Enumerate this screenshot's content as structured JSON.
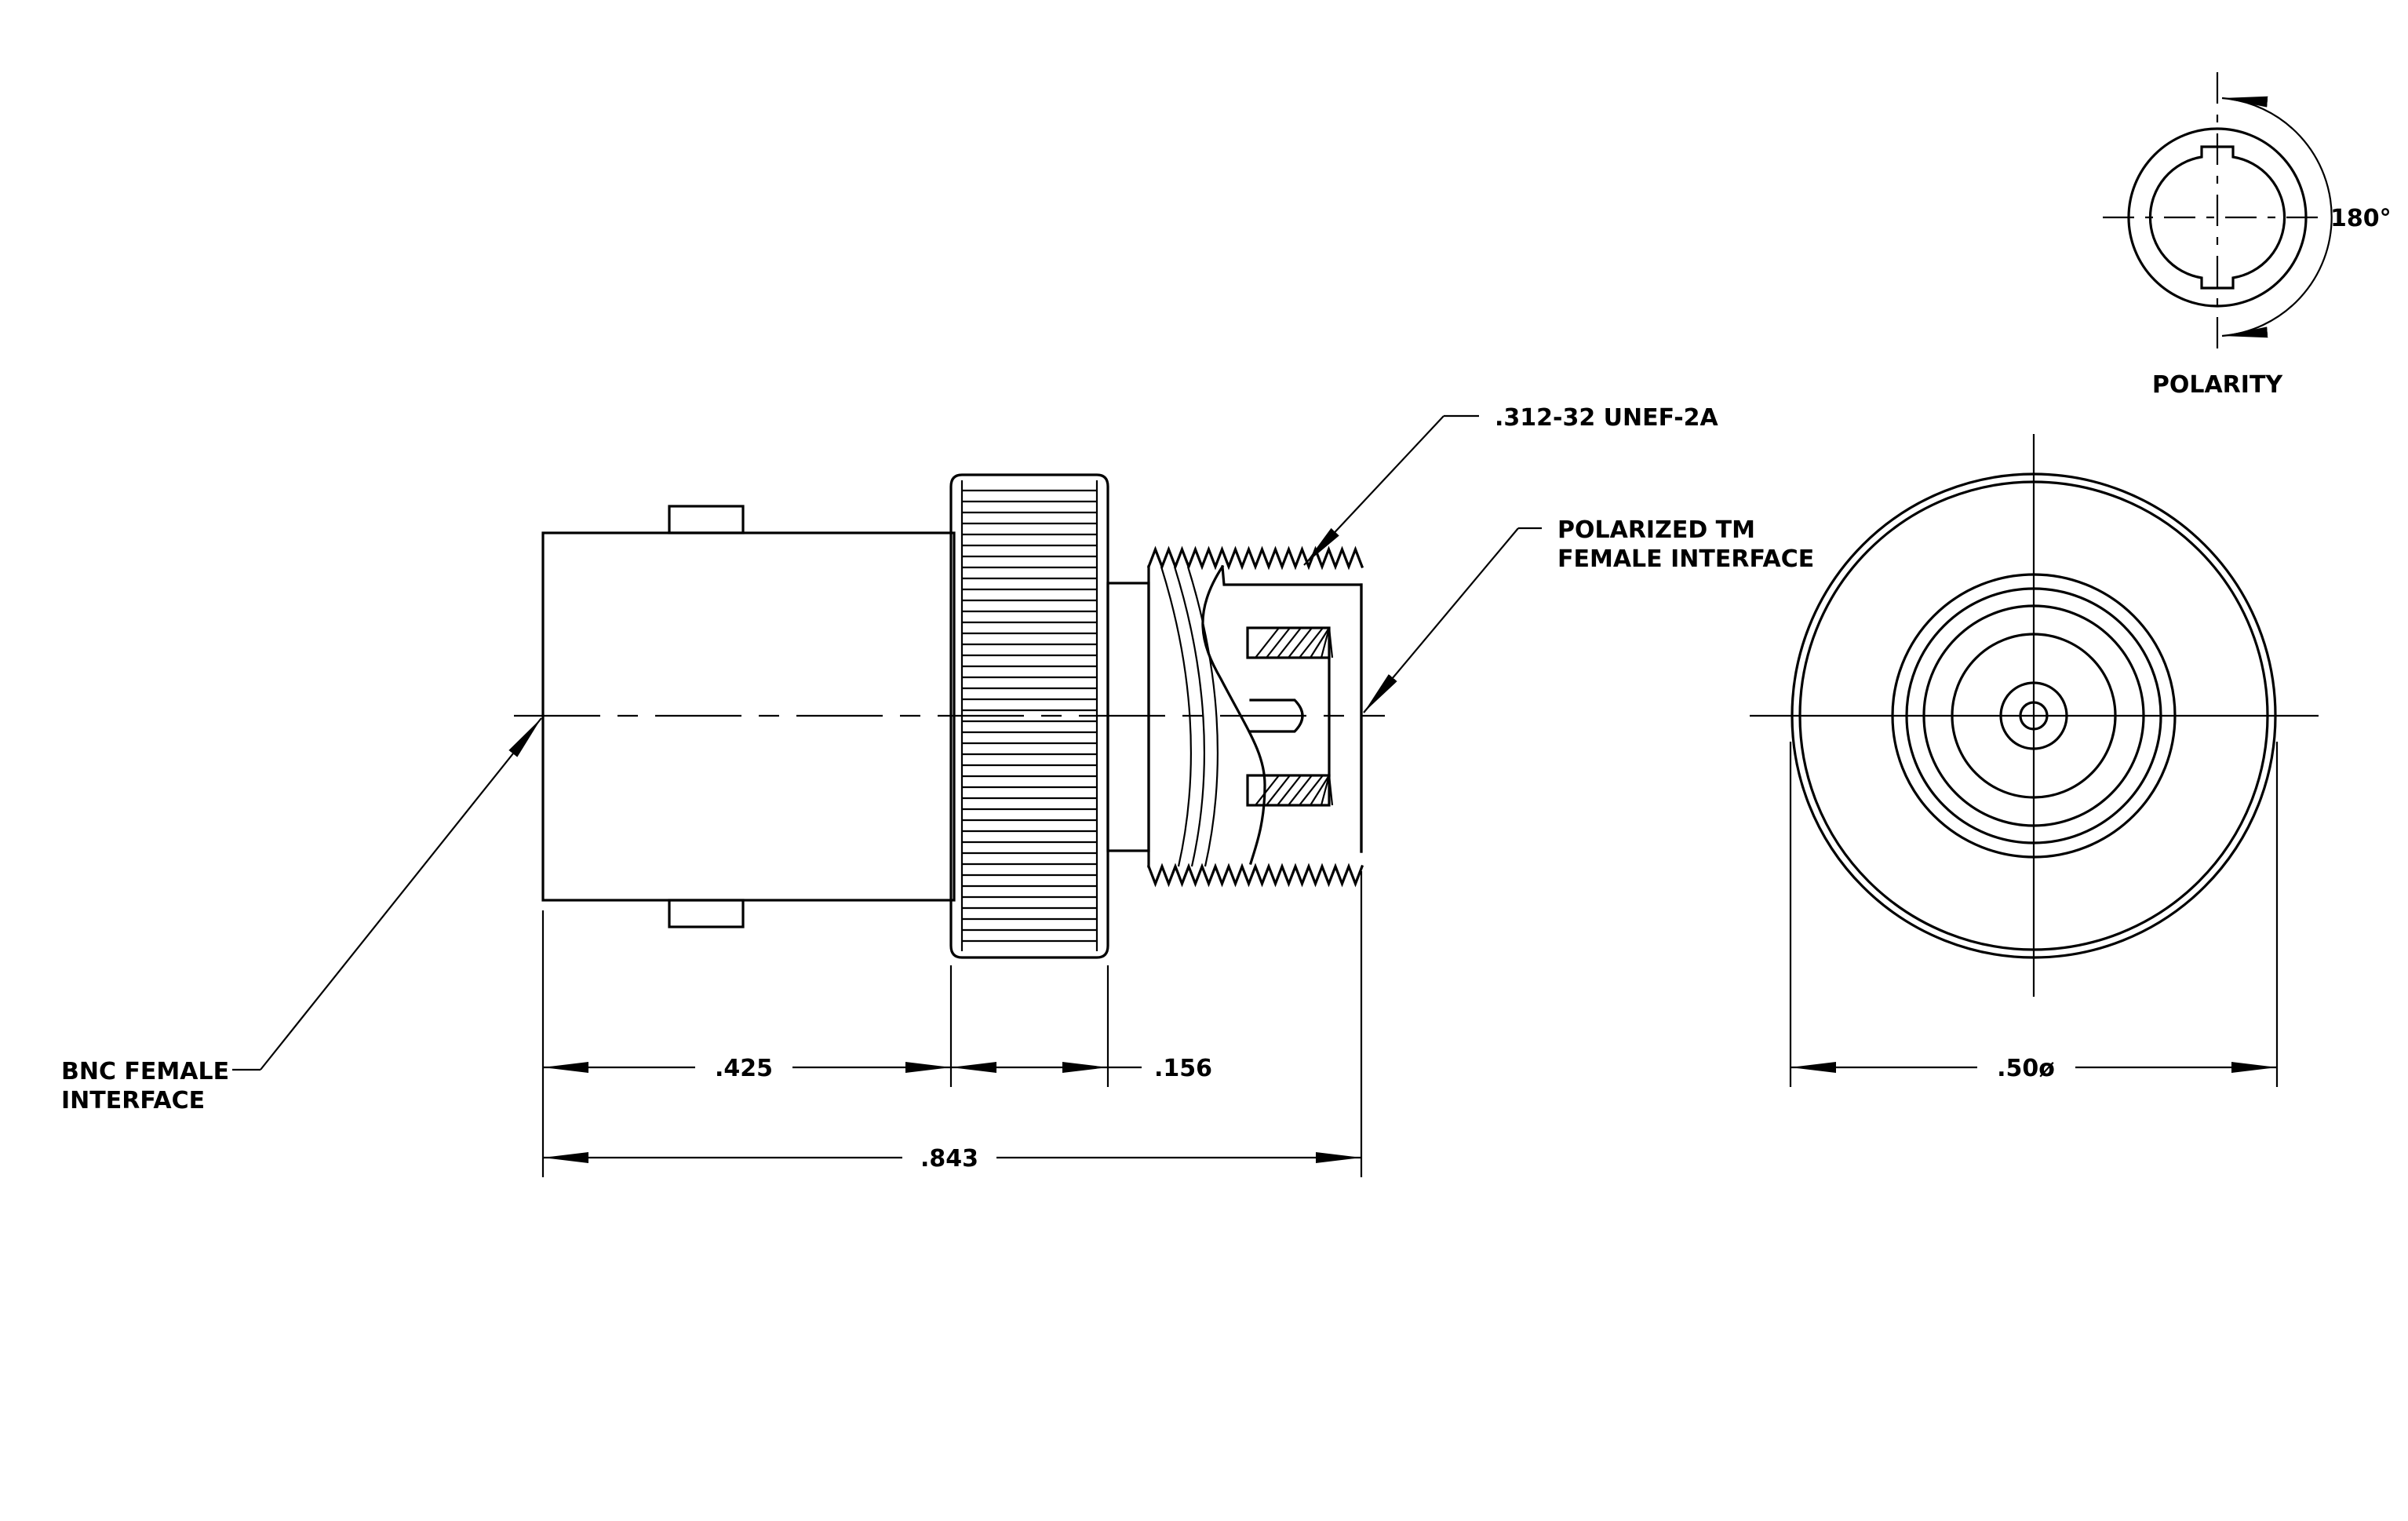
{
  "labels": {
    "thread_callout": ".312-32 UNEF-2A",
    "tm_interface_line1": "POLARIZED TM",
    "tm_interface_line2": "FEMALE INTERFACE",
    "bnc_interface_line1": "BNC FEMALE",
    "bnc_interface_line2": "INTERFACE",
    "polarity": "POLARITY",
    "polarity_angle": "180°"
  },
  "dimensions": {
    "bnc_body_length": ".425",
    "nut_length": ".156",
    "overall_length": ".843",
    "diameter": ".50ø"
  }
}
